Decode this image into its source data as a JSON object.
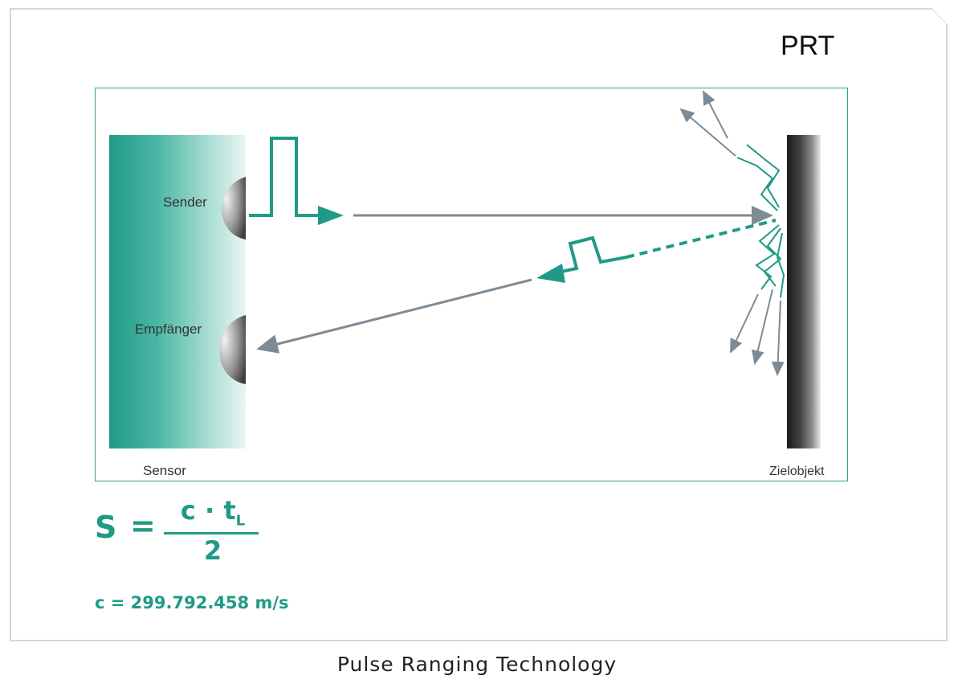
{
  "title": "PRT",
  "labels": {
    "sender": "Sender",
    "receiver": "Empfänger",
    "sensor": "Sensor",
    "target": "Zielobjekt"
  },
  "formula": {
    "lhs": "S",
    "equals": "=",
    "numerator": "c · t",
    "subscript": "L",
    "denominator": "2"
  },
  "constant": "c = 299.792.458 m/s",
  "caption": "Pulse Ranging Technology",
  "colors": {
    "accent": "#1f9a86",
    "beam": "#7d8b96",
    "frame": "#2aa090"
  }
}
